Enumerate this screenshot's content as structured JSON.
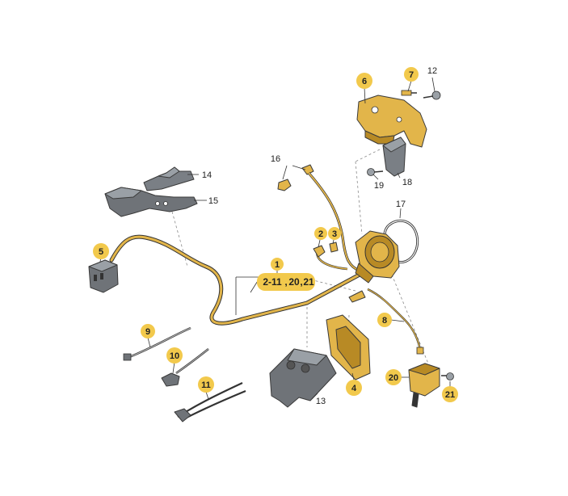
{
  "colors": {
    "part_gold": "#e2b54a",
    "part_gold_dark": "#b88a25",
    "part_gray": "#6f7378",
    "part_gray_light": "#9aa0a6",
    "badge": "#f2c94c",
    "line": "#333333"
  },
  "callouts": {
    "c1": "1",
    "c1_range_a": "2-11",
    "c1_range_b": "20",
    "c1_range_c": "21",
    "c1_sep": ",",
    "c2": "2",
    "c3": "3",
    "c4": "4",
    "c5": "5",
    "c6": "6",
    "c7": "7",
    "c8": "8",
    "c9": "9",
    "c10": "10",
    "c11": "11",
    "c12": "12",
    "c13": "13",
    "c14": "14",
    "c15": "15",
    "c16": "16",
    "c17": "17",
    "c18": "18",
    "c19": "19",
    "c20": "20",
    "c21": "21"
  }
}
